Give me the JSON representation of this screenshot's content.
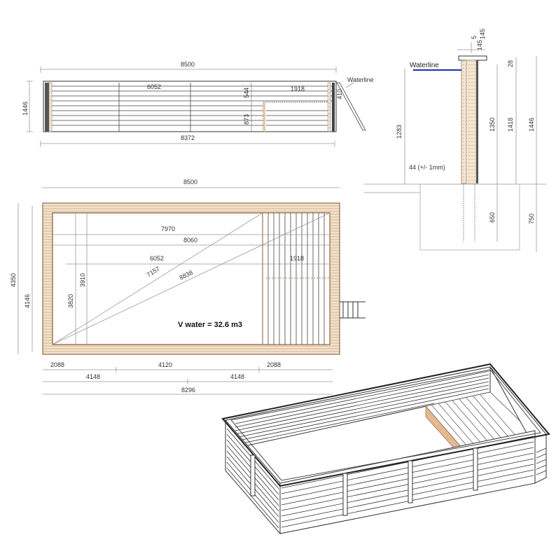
{
  "side_elevation": {
    "overall_length": "8500",
    "base_length": "8372",
    "height": "1446",
    "pool_length": "6052",
    "beach_length": "1918",
    "beach_step_top": "544",
    "beach_step_bottom": "873",
    "ladder_offset": "410",
    "waterline_label": "Waterline"
  },
  "wall_section": {
    "board_left": "145",
    "gap": "5",
    "board_right": "145",
    "coping": "28",
    "waterline_label": "Waterline",
    "water_height": "1283",
    "wall_height": "1350",
    "height_1418": "1418",
    "total_height": "1446",
    "offset_note": "44 (+/- 1mm)",
    "post_embed": "650",
    "foundation_depth": "750"
  },
  "plan_view": {
    "overall_length": "8500",
    "overall_width": "4350",
    "inner_width": "4146",
    "inner_length_1": "7970",
    "inner_length_2": "8060",
    "pool_length": "6052",
    "beach_length": "1918",
    "diagonal_1": "7157",
    "diagonal_2": "8838",
    "width_3910": "3910",
    "width_3820": "3820",
    "volume_label": "V water = 32.6 m3",
    "bottom_dims": {
      "seg_left": "2088",
      "seg_mid": "4120",
      "seg_right": "2088",
      "half_left": "4148",
      "half_right": "4148",
      "total": "8296"
    }
  },
  "isometric_view": {
    "description": "3D view of rectangular wooden pool with beach entry deck"
  },
  "colors": {
    "wood": "#efdcc4",
    "wood_edge": "#8a5a30",
    "waterline": "#1a2fb0",
    "dimension_line": "#999999",
    "ink": "#222222"
  }
}
